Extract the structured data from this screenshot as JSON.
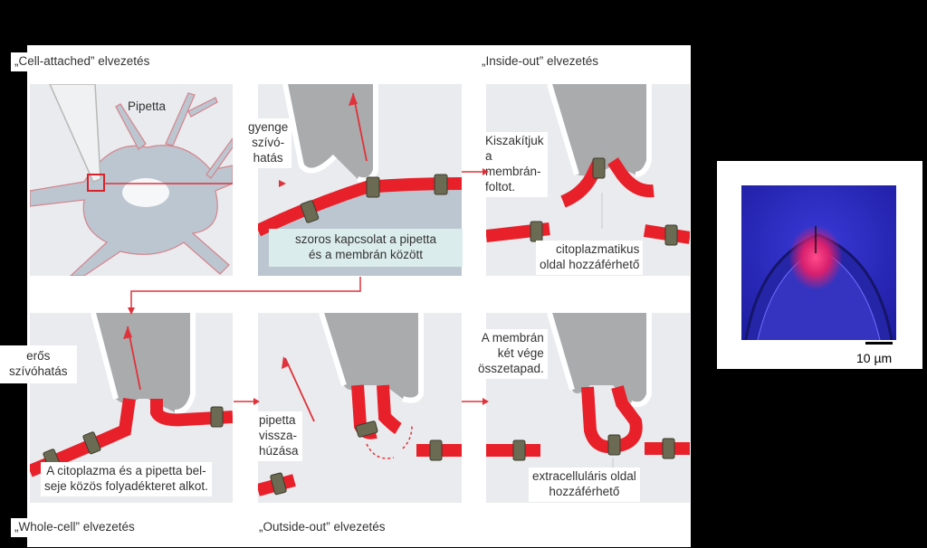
{
  "titles": {
    "cell_attached": "„Cell-attached” elvezetés",
    "inside_out": "„Inside-out” elvezetés",
    "whole_cell": "„Whole-cell” elvezetés",
    "outside_out": "„Outside-out” elvezetés"
  },
  "annotations": {
    "pipetta": "Pipetta",
    "gyenge": [
      "gyenge",
      "szívó-",
      "hatás"
    ],
    "szoros": [
      "szoros kapcsolat a pipetta",
      "és a membrán között"
    ],
    "kiszakitjuk": [
      "Kiszakítjuk",
      "a",
      "membrán-",
      "foltot."
    ],
    "citoplazmatikus": [
      "citoplazmatikus",
      "oldal hozzáférhető"
    ],
    "eros": [
      "erős",
      "szívóhatás"
    ],
    "citoplazma": [
      "A citoplazma és a pipetta bel-",
      "seje közös folyadékteret alkot."
    ],
    "pipetta_vissza": [
      "pipetta",
      "vissza-",
      "húzása"
    ],
    "membran_ket": [
      "A membrán",
      "két vége",
      "összetapad."
    ],
    "extracellularis": [
      "extracelluláris oldal",
      "hozzáférhető"
    ]
  },
  "scale": "10 µm",
  "colors": {
    "membrane": "#e8202a",
    "pipette": "#a9abad",
    "cell": "#bcc6d0",
    "panel_bg": "#e9ebee",
    "channel": "#6b6a52",
    "arrow": "#e0323a"
  }
}
